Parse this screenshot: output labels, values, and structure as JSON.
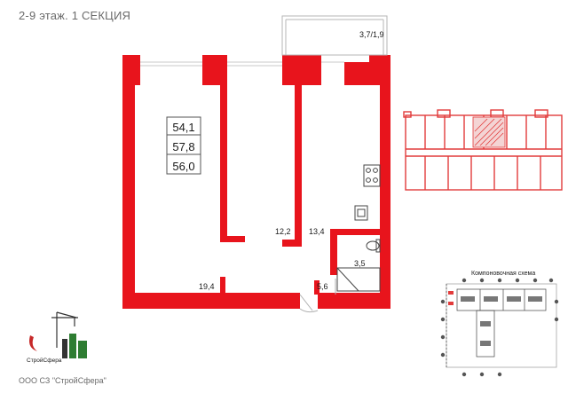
{
  "header": {
    "title": "2-9 этаж. 1 СЕКЦИЯ"
  },
  "apartment": {
    "area_total": "54,1",
    "area_2": "57,8",
    "area_3": "56,0"
  },
  "rooms": {
    "balcony": "3,7/1,9",
    "bedroom": "12,2",
    "kitchen": "13,4",
    "living": "19,4",
    "bathroom": "3,5",
    "hall": "5,6"
  },
  "scheme": {
    "title": "Компоновочная схема"
  },
  "footer": {
    "company": "ООО СЗ \"СтройСфера\"",
    "logo_text": "СтройСфера"
  },
  "colors": {
    "wall": "#e8141c",
    "keyplan_line": "#e23b3b",
    "text": "#1f1f1f",
    "muted": "#6b6b6b"
  }
}
